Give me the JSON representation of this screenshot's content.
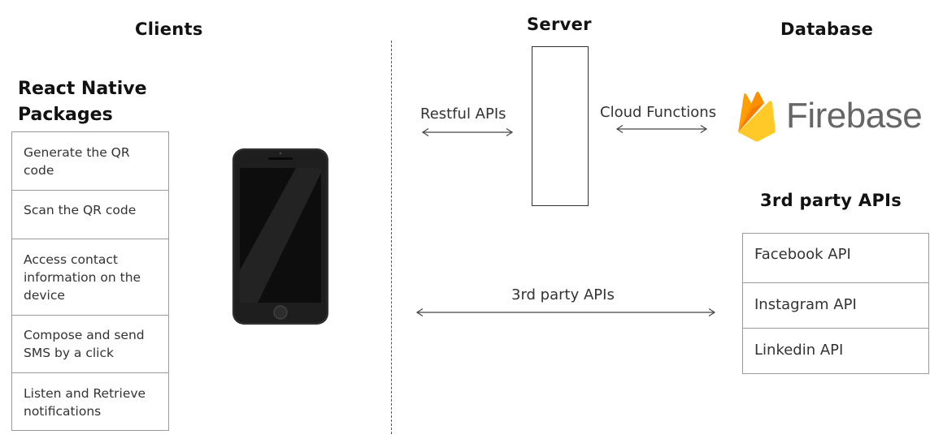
{
  "headings": {
    "clients": "Clients",
    "server": "Server",
    "database": "Database",
    "third_party": "3rd party APIs"
  },
  "packages": {
    "title": "React Native Packages",
    "items": [
      "Generate the QR code",
      "Scan the QR code",
      "Access contact information on the device",
      "Compose and send SMS by a click",
      "Listen and Retrieve notifications"
    ]
  },
  "connections": {
    "restful": "Restful APIs",
    "cloud_functions": "Cloud Functions",
    "third_party": "3rd party APIs"
  },
  "database": {
    "logo_text": "Firebase"
  },
  "third_party_apis": [
    "Facebook API",
    "Instagram API",
    "Linkedin API"
  ],
  "icons": {
    "phone": "smartphone-icon",
    "firebase": "firebase-flame-icon"
  },
  "colors": {
    "flame_dark": "#F5A000",
    "flame_mid": "#FFC400",
    "flame_light": "#FFCA28",
    "phone_body": "#1e1e1e",
    "logo_text": "#666666"
  }
}
